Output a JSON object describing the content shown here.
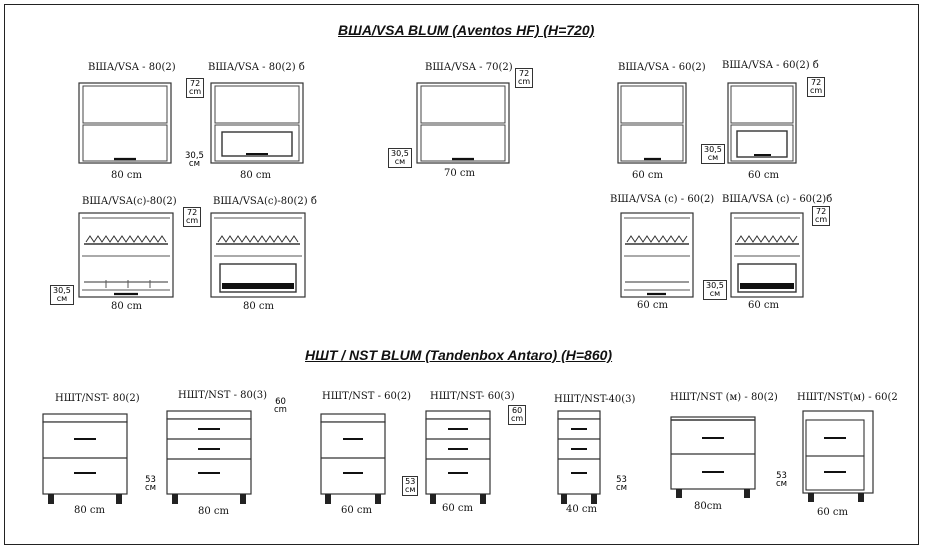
{
  "headings": {
    "wall": "ВША/VSA BLUM (Aventos HF)  (H=720)",
    "base": "НШТ / NST BLUM (Tandenbox Antaro)  (H=860)"
  },
  "units": {
    "h72": "72",
    "cm": "cm",
    "cm_cyr": "см",
    "h30": "30,5",
    "h60": "60",
    "h53": "53"
  },
  "wall_top": [
    {
      "label": "ВША/VSA - 80(2)",
      "width": "80 cm"
    },
    {
      "label": "ВША/VSA - 80(2) б",
      "width": "80 cm"
    },
    {
      "label": "ВША/VSA - 70(2)",
      "width": "70 cm"
    },
    {
      "label": "ВША/VSA - 60(2)",
      "width": "60 cm"
    },
    {
      "label": "ВША/VSA - 60(2) б",
      "width": "60 cm"
    }
  ],
  "wall_bottom": [
    {
      "label": "ВША/VSA(c)-80(2)",
      "width": "80 cm"
    },
    {
      "label": "ВША/VSA(c)-80(2) б",
      "width": "80 cm"
    },
    {
      "label": "ВША/VSA (c) - 60(2)",
      "width": "60 cm"
    },
    {
      "label": "ВША/VSA (c) - 60(2)б",
      "width": "60 cm"
    }
  ],
  "base": [
    {
      "label": "НШТ/NST- 80(2)",
      "width": "80 cm"
    },
    {
      "label": "НШТ/NST - 80(3)",
      "width": "80 cm"
    },
    {
      "label": "НШТ/NST - 60(2)",
      "width": "60 cm"
    },
    {
      "label": "НШТ/NST- 60(3)",
      "width": "60 cm"
    },
    {
      "label": "НШТ/NST-40(3)",
      "width": "40 cm"
    },
    {
      "label": "НШТ/NST (м) - 80(2)",
      "width": "80cm"
    },
    {
      "label": "НШТ/NST(м) - 60(2",
      "width": "60 cm"
    }
  ]
}
